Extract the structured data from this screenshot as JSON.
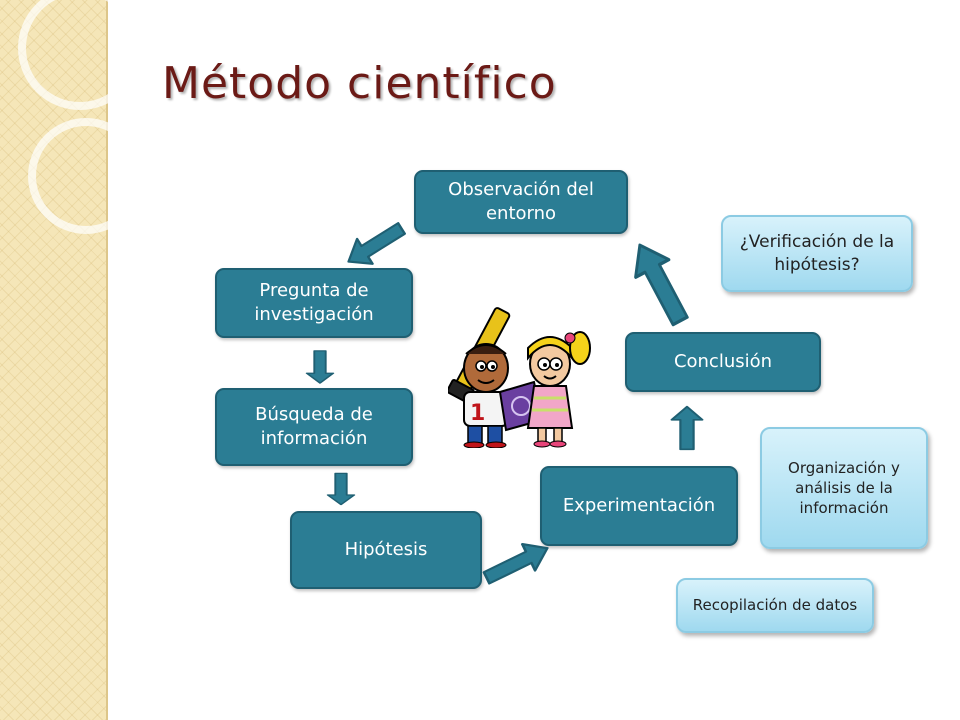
{
  "title": "Método científico",
  "steps": {
    "observacion": "Observación del entorno",
    "pregunta": "Pregunta  de investigación",
    "busqueda": "Búsqueda de información",
    "hipotesis": "Hipótesis",
    "experimentacion": "Experimentación",
    "conclusion": "Conclusión"
  },
  "notes": {
    "verificacion": "¿Verificación de la hipótesis?",
    "organizacion": "Organización y análisis de la información",
    "recopilacion": "Recopilación de datos"
  },
  "colors": {
    "title": "#6b1a16",
    "box": "#2b7d94",
    "note": "#bfe6f5",
    "strip": "#f5e6b8"
  }
}
